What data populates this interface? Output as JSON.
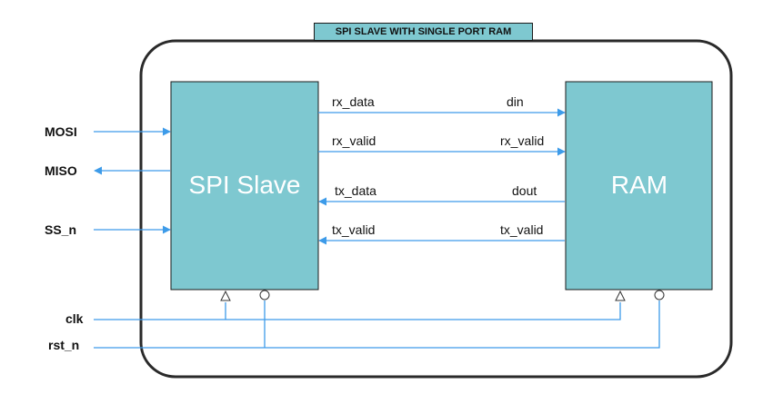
{
  "title": "SPI SLAVE WITH SINGLE PORT RAM",
  "blocks": {
    "spi": "SPI Slave",
    "ram": "RAM"
  },
  "ports": {
    "mosi": "MOSI",
    "miso": "MISO",
    "ss_n": "SS_n",
    "clk": "clk",
    "rst_n": "rst_n"
  },
  "signals": {
    "rx_data": "rx_data",
    "din": "din",
    "rx_valid_left": "rx_valid",
    "rx_valid_right": "rx_valid",
    "tx_data": "tx_data",
    "dout": "dout",
    "tx_valid_left": "tx_valid",
    "tx_valid_right": "tx_valid"
  },
  "colors": {
    "block_fill": "#7ec8d0",
    "wire": "#3d9be9",
    "outline": "#1a1a1a"
  }
}
